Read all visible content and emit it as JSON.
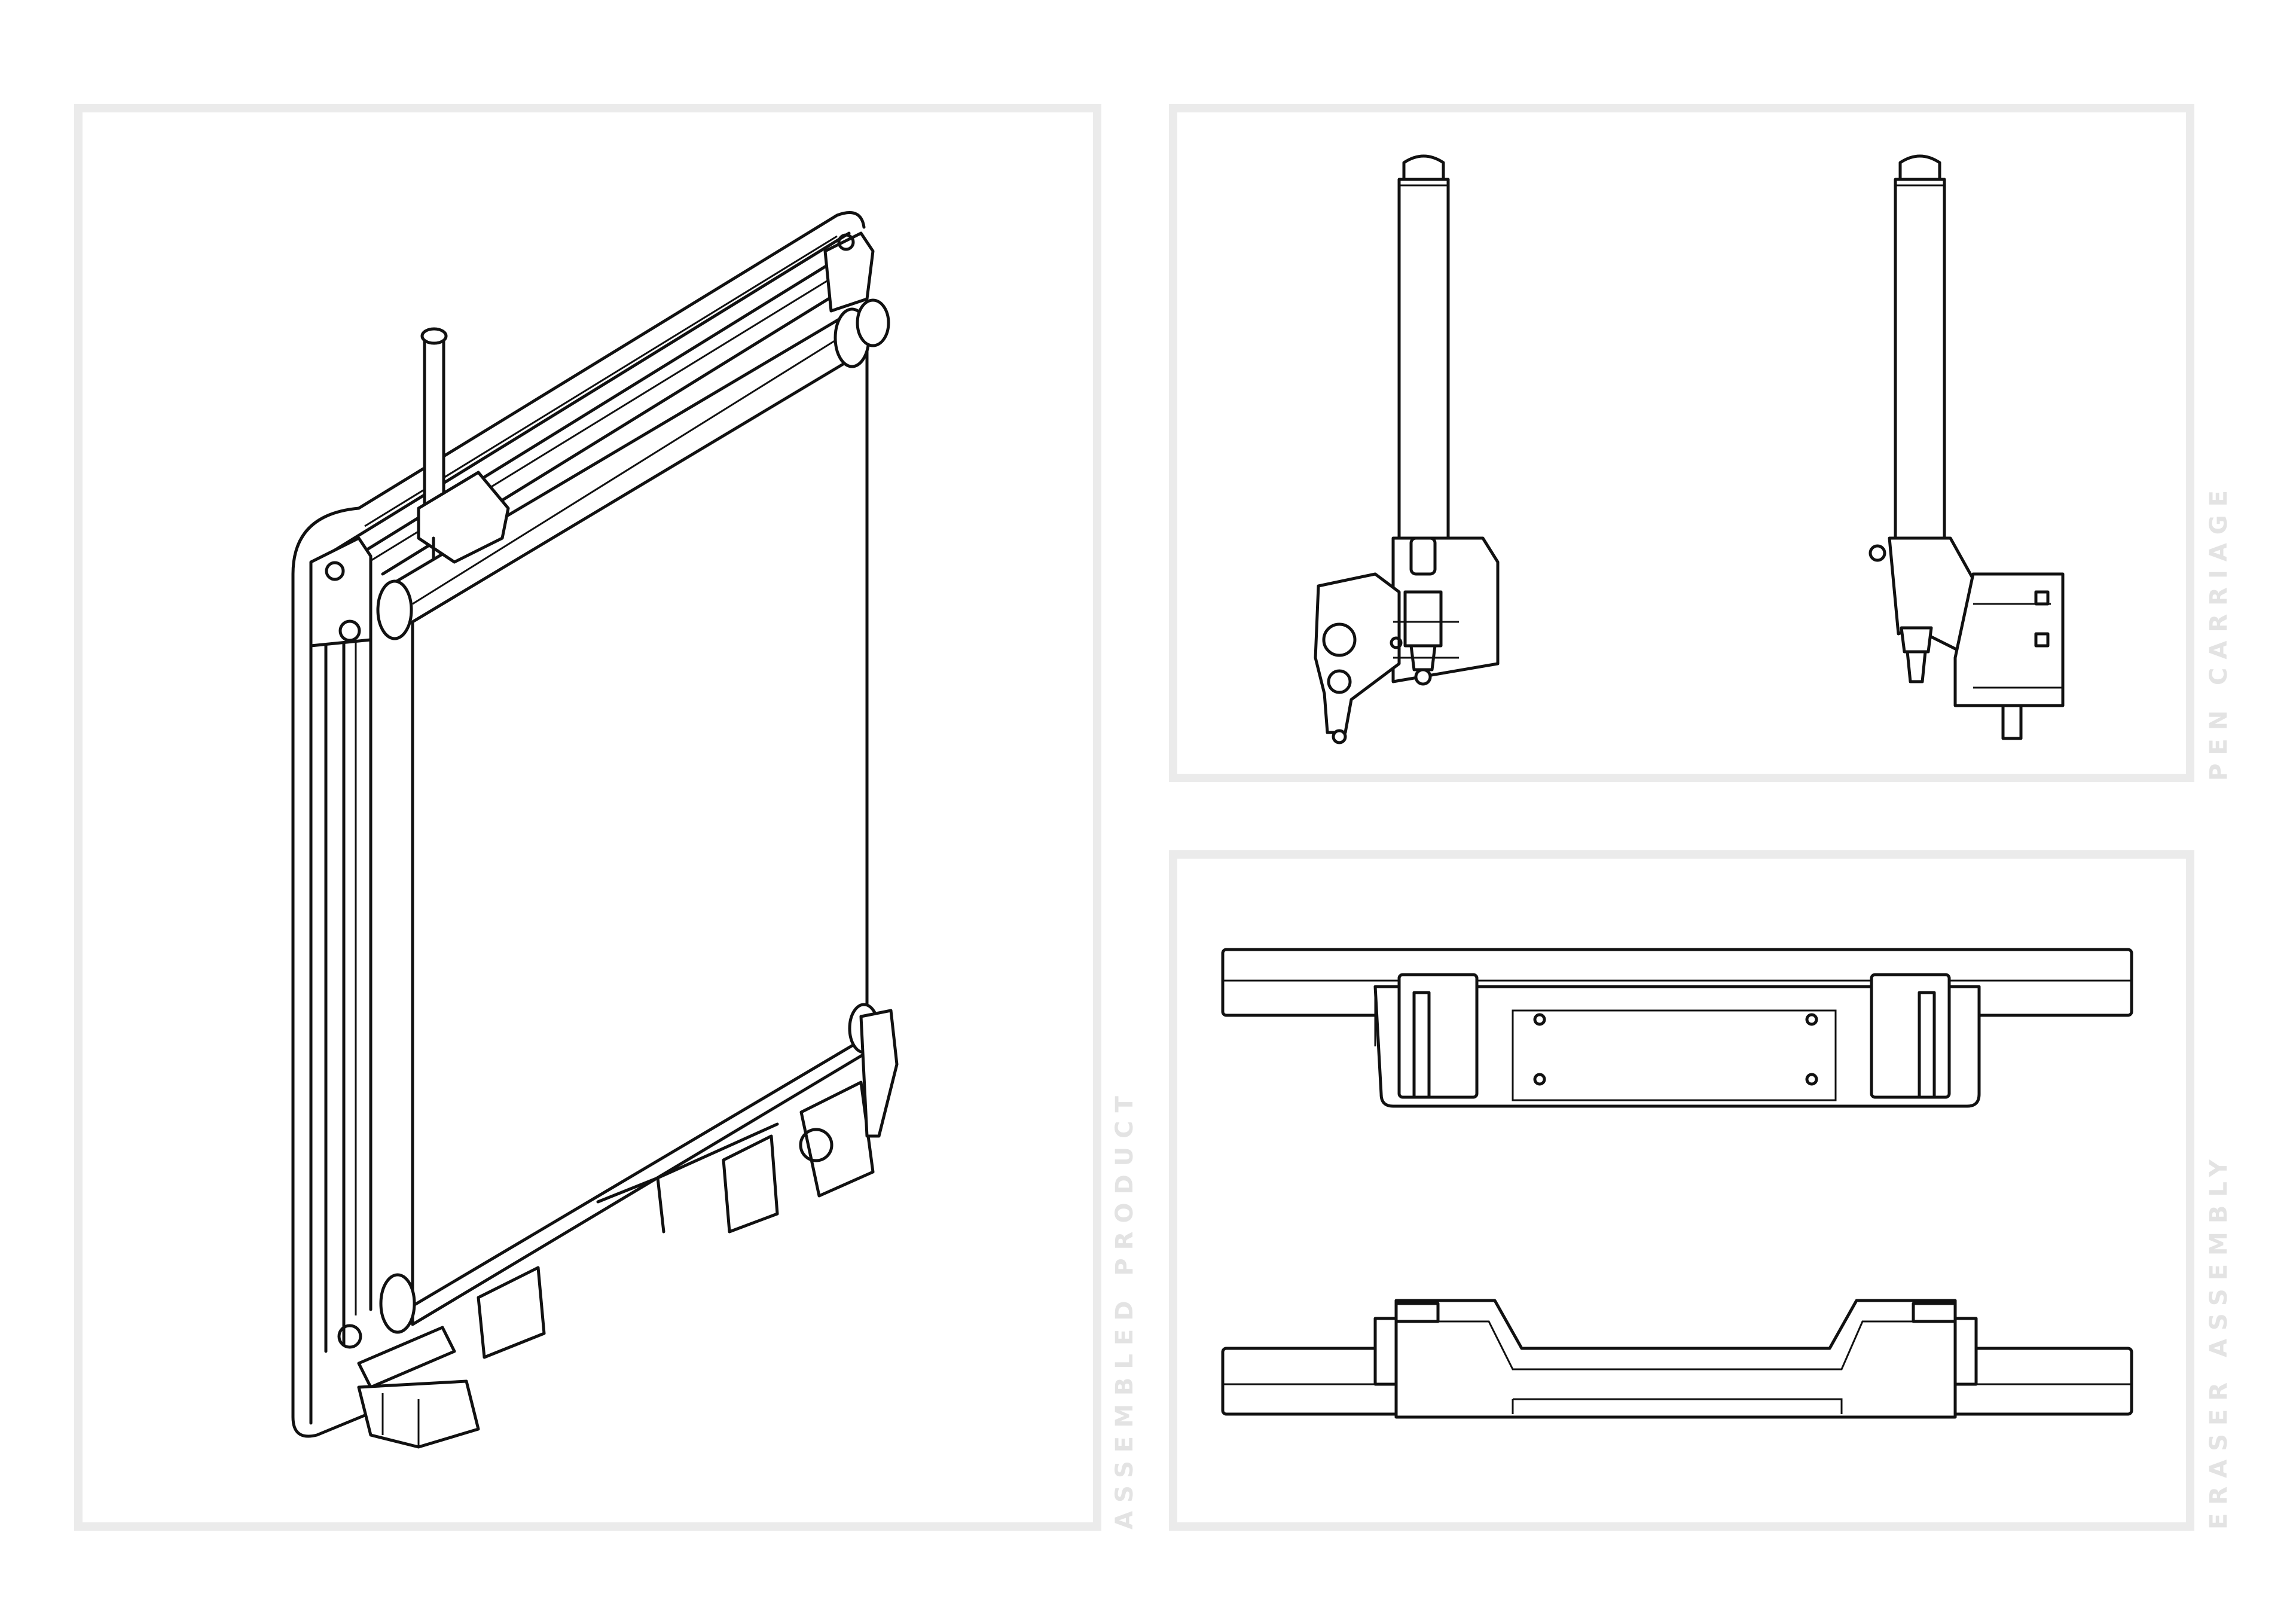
{
  "panels": {
    "assembled": {
      "label": "ASSEMBLED PRODUCT"
    },
    "pen": {
      "label": "PEN CARRIAGE"
    },
    "eraser": {
      "label": "ERASER ASSEMBLY"
    }
  },
  "colors": {
    "frame": "#ebebeb",
    "label": "#e3e3e3",
    "line": "#111111"
  }
}
